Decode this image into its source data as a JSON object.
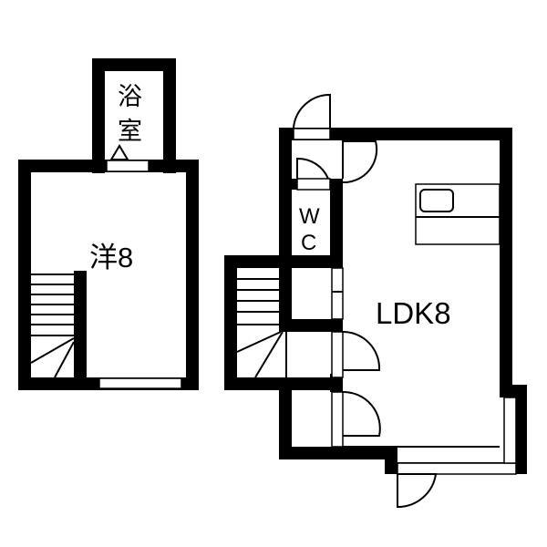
{
  "plan": {
    "colors": {
      "wall": "#000000",
      "background": "#ffffff"
    },
    "rooms": [
      {
        "id": "bath",
        "label_line1": "浴",
        "label_line2": "室"
      },
      {
        "id": "western",
        "label": "洋8"
      },
      {
        "id": "wc",
        "label_line1": "W",
        "label_line2": "C"
      },
      {
        "id": "ldk",
        "label": "LDK8"
      }
    ],
    "symbols": [
      "kitchen-counter",
      "sink",
      "stairs-upper-floor",
      "stairs-lower-floor",
      "entrance-door",
      "swing-doors"
    ]
  }
}
